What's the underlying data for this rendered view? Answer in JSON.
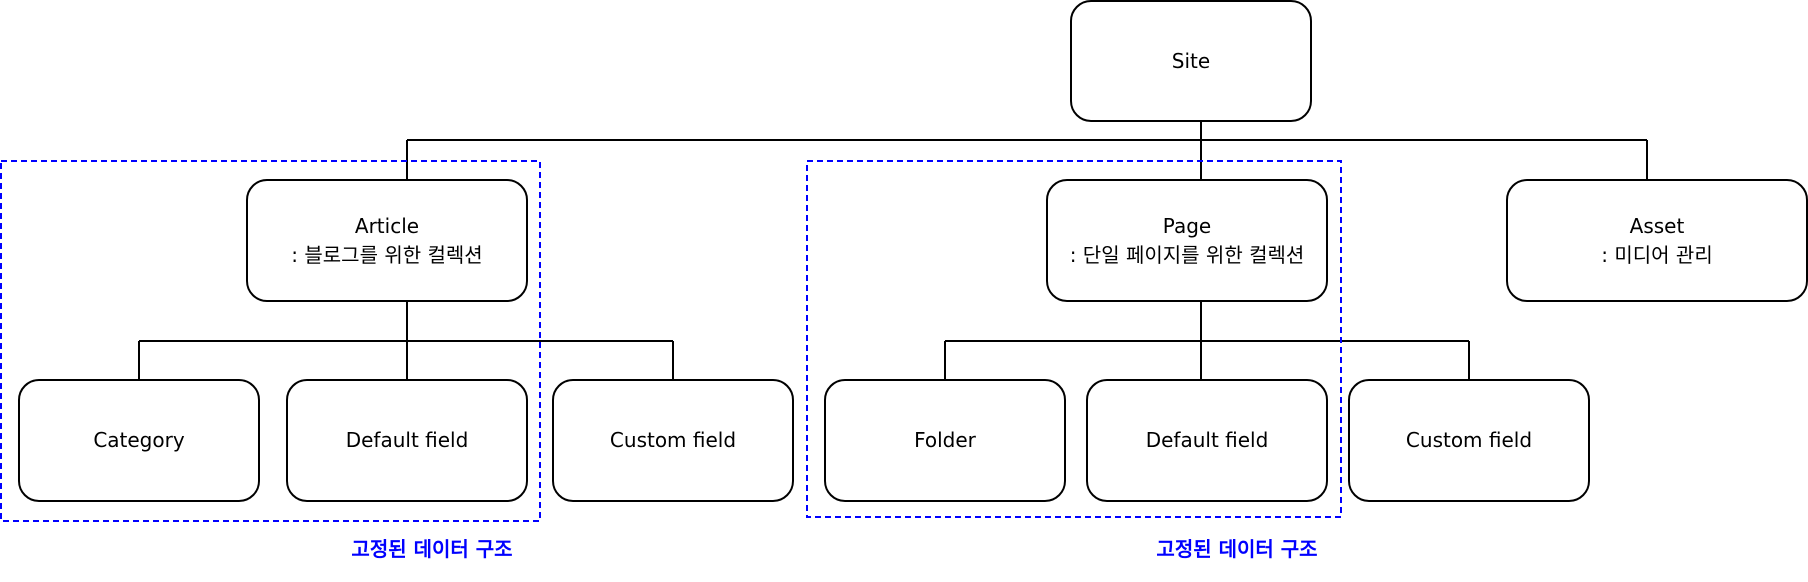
{
  "nodes": {
    "site": {
      "label": "Site"
    },
    "article": {
      "title": "Article",
      "subtitle": ": 블로그를 위한 컬렉션"
    },
    "page": {
      "title": "Page",
      "subtitle": ": 단일 페이지를 위한 컬렉션"
    },
    "asset": {
      "title": "Asset",
      "subtitle": ": 미디어 관리"
    },
    "category": {
      "label": "Category"
    },
    "article_default_field": {
      "label": "Default field"
    },
    "article_custom_field": {
      "label": "Custom field"
    },
    "folder": {
      "label": "Folder"
    },
    "page_default_field": {
      "label": "Default field"
    },
    "page_custom_field": {
      "label": "Custom field"
    }
  },
  "groups": {
    "article_fixed": {
      "caption": "고정된 데이터 구조"
    },
    "page_fixed": {
      "caption": "고정된 데이터 구조"
    }
  },
  "colors": {
    "stroke": "#000000",
    "group_border": "#0000ff",
    "caption": "#0000ff"
  }
}
